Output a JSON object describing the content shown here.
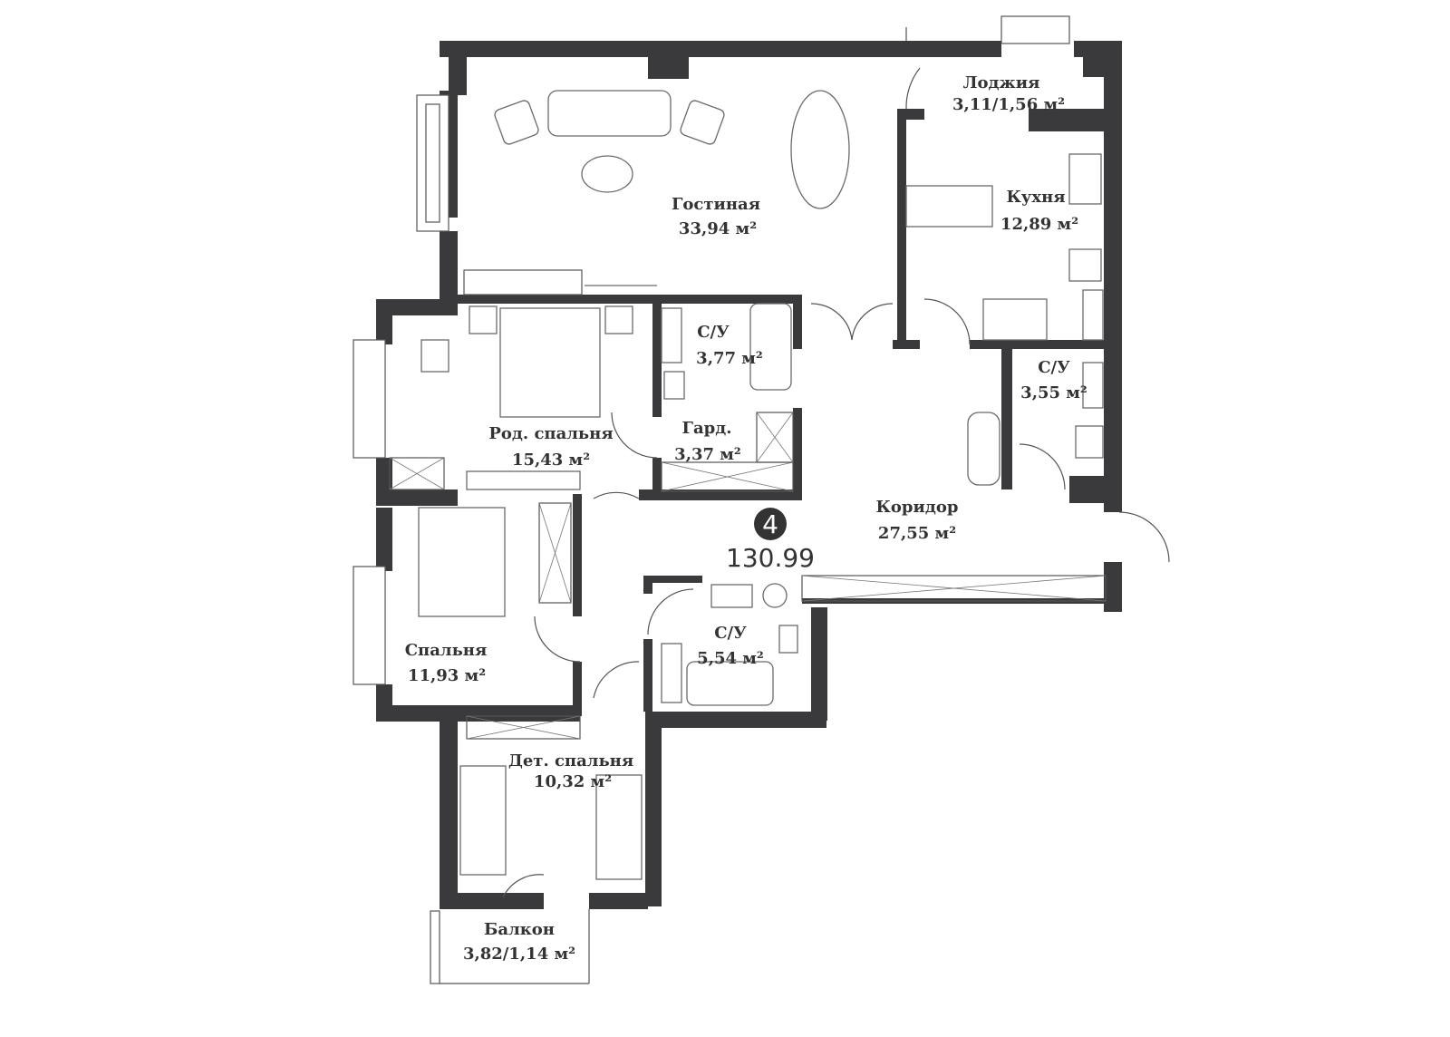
{
  "plan": {
    "apartment_number": "4",
    "total_area": "130.99",
    "rooms": [
      {
        "id": "loggia",
        "name": "Лоджия",
        "area": "3,11/1,56 м²"
      },
      {
        "id": "living",
        "name": "Гостиная",
        "area": "33,94 м²"
      },
      {
        "id": "kitchen",
        "name": "Кухня",
        "area": "12,89 м²"
      },
      {
        "id": "bath1",
        "name": "С/У",
        "area": "3,77 м²"
      },
      {
        "id": "bath2",
        "name": "С/У",
        "area": "3,55 м²"
      },
      {
        "id": "master",
        "name": "Род. спальня",
        "area": "15,43 м²"
      },
      {
        "id": "wardrobe",
        "name": "Гард.",
        "area": "3,37 м²"
      },
      {
        "id": "corridor",
        "name": "Коридор",
        "area": "27,55 м²"
      },
      {
        "id": "bath3",
        "name": "С/У",
        "area": "5,54 м²"
      },
      {
        "id": "bedroom",
        "name": "Спальня",
        "area": "11,93 м²"
      },
      {
        "id": "kids",
        "name": "Дет. спальня",
        "area": "10,32 м²"
      },
      {
        "id": "balcony",
        "name": "Балкон",
        "area": "3,82/1,14 м²"
      }
    ]
  },
  "colors": {
    "wall": "#3a3a3c",
    "badge": "#333333",
    "background": "#ffffff"
  }
}
